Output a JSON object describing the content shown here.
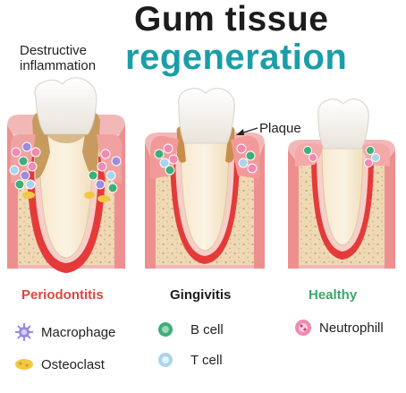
{
  "title": {
    "line1": "Gum tissue",
    "line2": "regeneration"
  },
  "annotations": {
    "destructive": [
      "Destructive",
      "inflammation"
    ],
    "plaque": "Plaque"
  },
  "stages": [
    {
      "label": "Periodontitis",
      "color": "#d9473f"
    },
    {
      "label": "Gingivitis",
      "color": "#1c1c1c"
    },
    {
      "label": "Healthy",
      "color": "#3aa86a"
    }
  ],
  "legend": [
    {
      "label": "Macrophage",
      "icon": "macrophage-icon",
      "color": "#9a8ce0"
    },
    {
      "label": "Osteoclast",
      "icon": "osteoclast-icon",
      "color": "#f2c744"
    },
    {
      "label": "B cell",
      "icon": "b-cell-icon",
      "color": "#3fae7a"
    },
    {
      "label": "T cell",
      "icon": "t-cell-icon",
      "color": "#a9d4ec"
    },
    {
      "label": "Neutrophill",
      "icon": "neutrophil-icon",
      "color": "#f08ab0"
    }
  ]
}
